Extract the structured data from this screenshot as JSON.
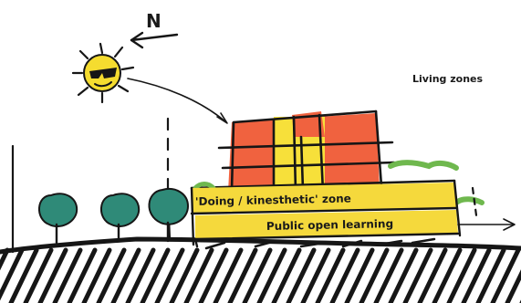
{
  "annotations": {
    "north": "N",
    "living_zones": "Living zones",
    "doing_zone": "'Doing / kinesthetic' zone",
    "public_learning": "Public open learning"
  },
  "colors": {
    "ink": "#161616",
    "living_zone_fill": "#f0623f",
    "sun_yellow": "#f5dc2f",
    "core_yellow": "#f7e03a",
    "band_yellow": "#f5d93c",
    "tree_green": "#2f8a78",
    "green_roof": "#6fb84e",
    "ground_hatch": "#161616"
  },
  "icons": {
    "sun": "sun-with-sunglasses-icon",
    "north_arrow": "north-arrow-icon",
    "trees": "tree-icon"
  }
}
